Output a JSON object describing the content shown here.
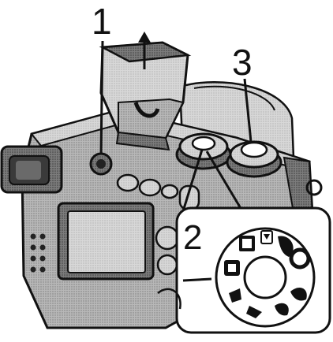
{
  "callouts": {
    "one": "1",
    "two": "2",
    "three": "3"
  },
  "colors": {
    "ink": "#111111",
    "body_gray": "#9a9a9a",
    "dark_gray": "#555555",
    "light_gray": "#d4d4d4",
    "paper": "#ffffff"
  },
  "icons": {
    "flash_arrow": "up-arrow-icon",
    "mode_dial": "mode-dial-icon",
    "indicator_line": "dial-index-mark-icon"
  }
}
